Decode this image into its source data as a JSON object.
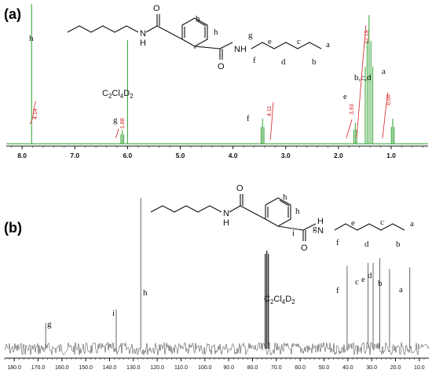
{
  "panel_a_label": "(a)",
  "panel_b_label": "(b)",
  "solvent_a": {
    "pre": "C",
    "s1": "2",
    "mid": "Cl",
    "s2": "4",
    "mid2": "D",
    "s3": "2"
  },
  "solvent_b": {
    "pre": "C",
    "s1": "2",
    "mid": "Cl",
    "s2": "4",
    "mid2": "D",
    "s3": "2"
  },
  "mol_labels": {
    "NH": "NH",
    "H": "H",
    "h": "h",
    "i": "i",
    "g": "g",
    "O": "O",
    "N": "N",
    "a": "a",
    "b": "b",
    "c": "c",
    "d": "d",
    "e": "e",
    "f": "f"
  },
  "chart_data": [
    {
      "type": "line",
      "title": "",
      "xlabel": "",
      "ylabel": "",
      "x_reversed": true,
      "xlim": [
        8.3,
        0.3
      ],
      "x_ticks": [
        "8.0",
        "7.0",
        "6.0",
        "5.0",
        "4.0",
        "3.0",
        "2.0",
        "1.0"
      ],
      "peaks": [
        {
          "ppm": 7.82,
          "height": 1.0,
          "label": "h",
          "integral": "4.14"
        },
        {
          "ppm": 6.1,
          "height": 0.1,
          "label": "g",
          "integral": "1.88"
        },
        {
          "ppm": 6.0,
          "height": 0.74,
          "label": "C2Cl4D2",
          "integral": ""
        },
        {
          "ppm": 3.44,
          "height": 0.18,
          "label": "f",
          "integral": "4.11"
        },
        {
          "ppm": 1.68,
          "height": 0.15,
          "label": "e",
          "integral": "3.93"
        },
        {
          "ppm": 1.42,
          "height": 0.92,
          "label": "b,c,d",
          "integral": "12.19"
        },
        {
          "ppm": 0.97,
          "height": 0.18,
          "label": "a",
          "integral": "6.00"
        }
      ]
    },
    {
      "type": "line",
      "title": "",
      "xlabel": "",
      "ylabel": "",
      "x_reversed": true,
      "xlim": [
        184,
        6
      ],
      "x_ticks": [
        "180.0",
        "170.0",
        "160.0",
        "150.0",
        "140.0",
        "130.0",
        "120.0",
        "110.0",
        "100.0",
        "90.0",
        "80.0",
        "70.0",
        "60.0",
        "50.0",
        "40.0",
        "30.0",
        "20.0",
        "10.0"
      ],
      "peaks": [
        {
          "ppm": 166.8,
          "height": 0.17,
          "label": "g"
        },
        {
          "ppm": 137.2,
          "height": 0.26,
          "label": "i"
        },
        {
          "ppm": 126.9,
          "height": 1.0,
          "label": "h"
        },
        {
          "ppm": 74.0,
          "height": 0.65,
          "label": "C2Cl4D2"
        },
        {
          "ppm": 40.3,
          "height": 0.55,
          "label": "f"
        },
        {
          "ppm": 31.5,
          "height": 0.57,
          "label": "c"
        },
        {
          "ppm": 29.4,
          "height": 0.57,
          "label": "e"
        },
        {
          "ppm": 26.6,
          "height": 0.6,
          "label": "d"
        },
        {
          "ppm": 22.5,
          "height": 0.53,
          "label": "b"
        },
        {
          "ppm": 14.0,
          "height": 0.54,
          "label": "a"
        }
      ]
    }
  ]
}
